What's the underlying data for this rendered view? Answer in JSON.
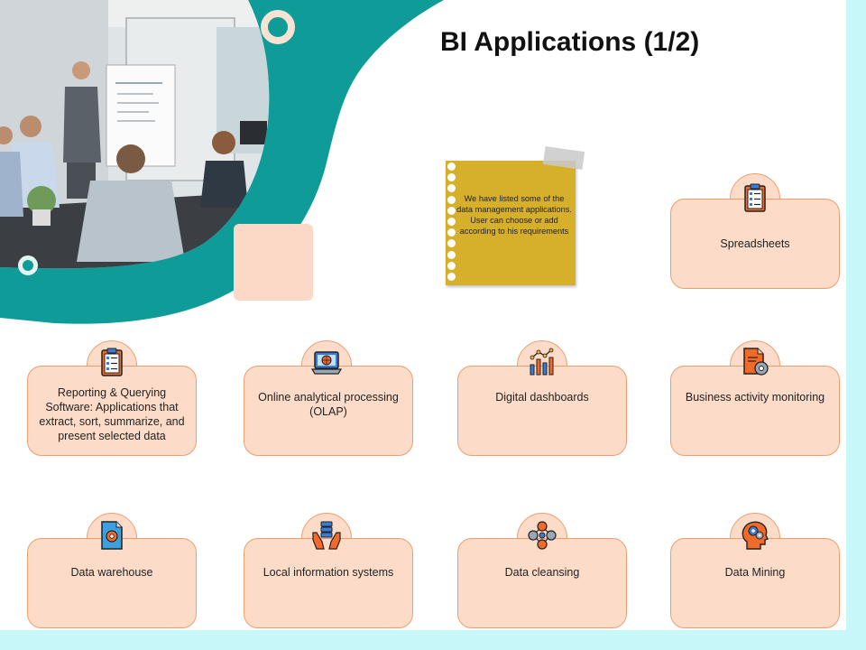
{
  "title": "BI Applications (1/2)",
  "note": {
    "text": "We have listed some of the data management applications. User can choose or add according to his requirements"
  },
  "cards": [
    {
      "label": "Spreadsheets",
      "icon": "clipboard-list-icon"
    },
    {
      "label": "Reporting & Querying Software: Applications that extract, sort, summarize, and present selected data",
      "icon": "clipboard-list-icon"
    },
    {
      "label": "Online analytical processing (OLAP)",
      "icon": "laptop-globe-icon"
    },
    {
      "label": "Digital dashboards",
      "icon": "bar-chart-icon"
    },
    {
      "label": "Business activity monitoring",
      "icon": "document-gear-icon"
    },
    {
      "label": "Data warehouse",
      "icon": "document-gear-icon"
    },
    {
      "label": "Local information systems",
      "icon": "hands-database-icon"
    },
    {
      "label": "Data cleansing",
      "icon": "gears-network-icon"
    },
    {
      "label": "Data Mining",
      "icon": "head-gears-icon"
    }
  ],
  "colors": {
    "teal": "#0f9b98",
    "card_fill": "#fcdcc8",
    "card_border": "#ee9e6e",
    "note": "#d6b02a",
    "frame": "#c8f7fa"
  }
}
